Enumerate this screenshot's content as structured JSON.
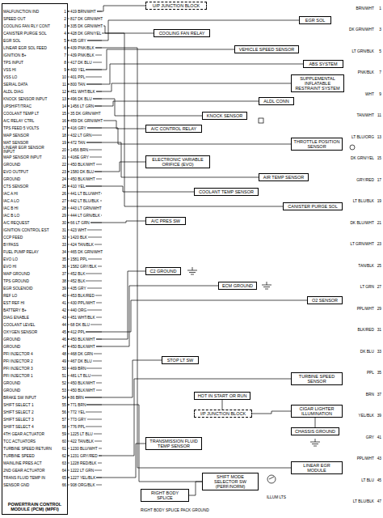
{
  "diagram": {
    "nodes": [
      {
        "text": [
          "POWERTRAIN CONTROL MODULE (PCM) (MPFI)"
        ]
      },
      {
        "text": [
          "U/P JUNCTION BLOCK"
        ]
      },
      {
        "text": [
          "COOLING FAN RELAY"
        ]
      },
      {
        "text": [
          "VEHICLE SPEED SENSOR"
        ]
      },
      {
        "text": [
          "EGR SOL"
        ]
      },
      {
        "text": [
          "ABS SYSTEM"
        ]
      },
      {
        "text": [
          "SUPPLEMENTAL INFLATABLE RESTRAINT SYSTEM"
        ]
      },
      {
        "text": [
          "ALDL CONN"
        ]
      },
      {
        "text": [
          "KNOCK SENSOR"
        ]
      },
      {
        "text": [
          "A/C CONTROL RELAY"
        ]
      },
      {
        "text": [
          "THROTTLE POSITION SENSOR"
        ]
      },
      {
        "text": [
          "ELECTRONIC VARIABLE ORIFICE (EVO)"
        ]
      },
      {
        "text": [
          "AIR TEMP SENSOR"
        ]
      },
      {
        "text": [
          "COOLANT TEMP SENSOR"
        ]
      },
      {
        "text": [
          "CANISTER PURGE SOL"
        ]
      },
      {
        "text": [
          "A/C PRES SW"
        ]
      },
      {
        "text": [
          "C2 GROUND"
        ]
      },
      {
        "text": [
          "ECM GROUND"
        ]
      },
      {
        "text": [
          "O2 SENSOR"
        ]
      },
      {
        "text": [
          "STOP LT SW"
        ]
      },
      {
        "text": [
          "TURBINE SPEED SENSOR"
        ]
      },
      {
        "text": [
          "HOT IN START OR RUN"
        ]
      },
      {
        "text": [
          "I/P JUNCTION BLOCK"
        ]
      },
      {
        "text": [
          "TRANSMISSION FLUID TEMP SENSOR"
        ]
      },
      {
        "text": [
          "CIGAR LIGHTER ILLUMINATION"
        ]
      },
      {
        "text": [
          "CHASSIS GROUND"
        ]
      },
      {
        "text": [
          "LINEAR EGR MODULE"
        ]
      },
      {
        "text": [
          "SHIFT MODE SELECTOR SW (PERF/NORM)"
        ]
      },
      {
        "text": [
          "RIGHT BODY SPLICE"
        ]
      }
    ],
    "edges": [
      {
        "from": 0,
        "to": 1,
        "arrow": "none"
      },
      {
        "from": 0,
        "to": 2,
        "arrow": "none"
      },
      {
        "from": 0,
        "to": 3,
        "arrow": "none"
      },
      {
        "from": 0,
        "to": 4,
        "arrow": "none"
      },
      {
        "from": 0,
        "to": 5,
        "arrow": "none"
      },
      {
        "from": 0,
        "to": 6,
        "arrow": "none"
      },
      {
        "from": 0,
        "to": 7,
        "arrow": "none"
      },
      {
        "from": 0,
        "to": 8,
        "arrow": "none"
      },
      {
        "from": 0,
        "to": 9,
        "arrow": "none"
      },
      {
        "from": 0,
        "to": 10,
        "arrow": "none"
      },
      {
        "from": 0,
        "to": 11,
        "arrow": "none"
      },
      {
        "from": 0,
        "to": 12,
        "arrow": "none"
      },
      {
        "from": 0,
        "to": 13,
        "arrow": "none"
      },
      {
        "from": 0,
        "to": 14,
        "arrow": "none"
      },
      {
        "from": 0,
        "to": 15,
        "arrow": "none"
      },
      {
        "from": 0,
        "to": 16,
        "arrow": "none"
      },
      {
        "from": 0,
        "to": 17,
        "arrow": "none"
      },
      {
        "from": 0,
        "to": 18,
        "arrow": "none"
      },
      {
        "from": 0,
        "to": 19,
        "arrow": "none"
      },
      {
        "from": 0,
        "to": 20,
        "arrow": "none"
      },
      {
        "from": 0,
        "to": 23,
        "arrow": "none"
      },
      {
        "from": 0,
        "to": 26,
        "arrow": "none"
      },
      {
        "from": 0,
        "to": 27,
        "arrow": "none"
      },
      {
        "from": 21,
        "to": 22,
        "arrow": "none"
      },
      {
        "from": 22,
        "to": 24,
        "arrow": "none"
      },
      {
        "from": 24,
        "to": 25,
        "arrow": "none"
      },
      {
        "from": 28,
        "to": 27,
        "arrow": "none"
      }
    ],
    "labels": [
      "MALFUNCTION IND",
      "1",
      "419 BRN/WHT",
      "SPEED OUT",
      "2",
      "817 DK GRN/WHT",
      "COOLING FAN RLY CONT",
      "3",
      "335 DK GRN/WHT",
      "CANISTER PURGE SOL",
      "4",
      "428 DK GRN/YEL",
      "EGR SOL",
      "5",
      "435 GRY",
      "LINEAR EGR SOL FEED",
      "6",
      "439 PNK/BLK",
      "IGNITION B+",
      "7",
      "439 PNK/BLK",
      "TPS INPUT",
      "8",
      "417 DK BLU",
      "VSS HI",
      "9",
      "400 YEL",
      "VSS LO",
      "10",
      "401 PPL",
      "SERIAL DATA",
      "11",
      "800 TAN",
      "ALDL DIAG",
      "12",
      "451 WHT/BLK",
      "KNOCK SENSOR INPUT",
      "13",
      "496 DK BLU",
      "UPSHIFT/TRAC",
      "14",
      "1456 LT GRN",
      "COOLANT TEMP LT",
      "15",
      "35 DK GRN/WHT",
      "A/C RELAY CTRL",
      "16",
      "459 DK GRN/WHT",
      "TPS FEED 5 VOLTS",
      "17",
      "416 GRY",
      "MAP SENSOR",
      "18",
      "432 LT GRN",
      "MAT SENSOR",
      "19",
      "472 TAN",
      "LINEAR EGR SENSOR INPUT",
      "20",
      "1456 BRN",
      "MAP SENSOR INPUT",
      "21",
      "416E GRY",
      "GROUND",
      "22",
      "450 BLK/WHT",
      "EVO OUTPUT",
      "23",
      "1580 DK BLU",
      "GROUND",
      "24",
      "450 BLK/WHT",
      "CTS SENSOR",
      "25",
      "410 YEL",
      "IAC A HI",
      "26",
      "441 LT BLU/WHT",
      "IAC A LO",
      "27",
      "442 LT BLU/BLK",
      "IAC B HI",
      "28",
      "443 LT GRN/WHT",
      "IAC B LO",
      "29",
      "444 LT GRN/BLK",
      "A/C REQUEST",
      "30",
      "66 LT GRN",
      "IGNITION CONTROL EST",
      "31",
      "423 WHT",
      "CCP FEED",
      "32",
      "1420 BLK",
      "BYPASS",
      "33",
      "424 TAN/BLK",
      "FUEL PUMP RELAY",
      "34",
      "465 DK GRN/WHT",
      "EVO LO",
      "35",
      "1581 PPL",
      "EVO HI",
      "36",
      "1582 GRY/BLK",
      "MAP GROUND",
      "37",
      "452 BLK",
      "TPS GROUND",
      "38",
      "452 BLK",
      "EGR SOLENOID",
      "39",
      "435 GRY",
      "REF LO",
      "40",
      "453 BLK/RED",
      "EST REF HI",
      "41",
      "430 PPL/WHT",
      "BATTERY B+",
      "42",
      "440 ORG",
      "DIAG ENABLE",
      "43",
      "451 WHT/BLK",
      "COOLANT LEVEL",
      "44",
      "68 DK BLU",
      "OXYGEN SENSOR",
      "45",
      "412 PPL",
      "GROUND",
      "46",
      "450 BLK/WHT",
      "GROUND",
      "47",
      "450 BLK/WHT",
      "PFI INJECTOR 4",
      "48",
      "468 DK GRN",
      "PFI INJECTOR 2",
      "49",
      "467 DK BLU",
      "PFI INJECTOR 3",
      "50",
      "469 BRN",
      "PFI INJECTOR 1",
      "51",
      "481 LT BLU",
      "GROUND",
      "52",
      "450 BLK/WHT",
      "GROUND",
      "53",
      "450 BLK/WHT",
      "BRAKE SW INPUT",
      "54",
      "86 BRN",
      "SHIFT SELECT 1",
      "55",
      "771 BRN",
      "SHIFT SELECT 2",
      "56",
      "772 YEL",
      "SHIFT SELECT 3",
      "57",
      "773 GRY",
      "SHIFT SELECT 4",
      "58",
      "776 PPL",
      "4TH GEAR ACTUATOR",
      "59",
      "1225 LT BLU",
      "TCC ACTUATORS",
      "60",
      "422 TAN/BLK",
      "TURBINE SPEED RETURN",
      "61",
      "1230 BLU/WHT",
      "TURBINE SPEED",
      "62",
      "1231 GRY/RED",
      "MAINLINE PRES ACT",
      "63",
      "1228 RED/BLK",
      "2ND GEAR ACTUATOR",
      "64",
      "1222 LT GRN",
      "TRANS FLUID TEMP IN",
      "65",
      "1227 YEL/BLK",
      "SENSOR GND",
      "66",
      "908 ORG/BLK",
      "BRN/WHT",
      "1",
      "DK GRN/WHT",
      "3",
      "LT GRN/BLK",
      "5",
      "PNK/BLK",
      "7",
      "WHT",
      "9",
      "TAN/WHT",
      "11",
      "LT BLU/ORG",
      "13",
      "DK GRN/YEL",
      "15",
      "GRY/RED",
      "17",
      "LT BLU/BLK",
      "19",
      "DK BLU/WHT",
      "21",
      "LT GRN/WHT",
      "23",
      "TAN/BLK",
      "25",
      "LT GRN",
      "27",
      "PPL/WHT",
      "29",
      "BLK/RED",
      "31",
      "DK BLU",
      "33",
      "PPL",
      "35",
      "BRN",
      "37",
      "YEL/BLK",
      "39",
      "GRY",
      "41",
      "PPL/WHT",
      "43",
      "LT BLU",
      "45",
      "LT BLU/BLK",
      "47",
      "ILLUM LTS",
      "RIGHT BODY SPLICE PACK GROUND"
    ]
  }
}
